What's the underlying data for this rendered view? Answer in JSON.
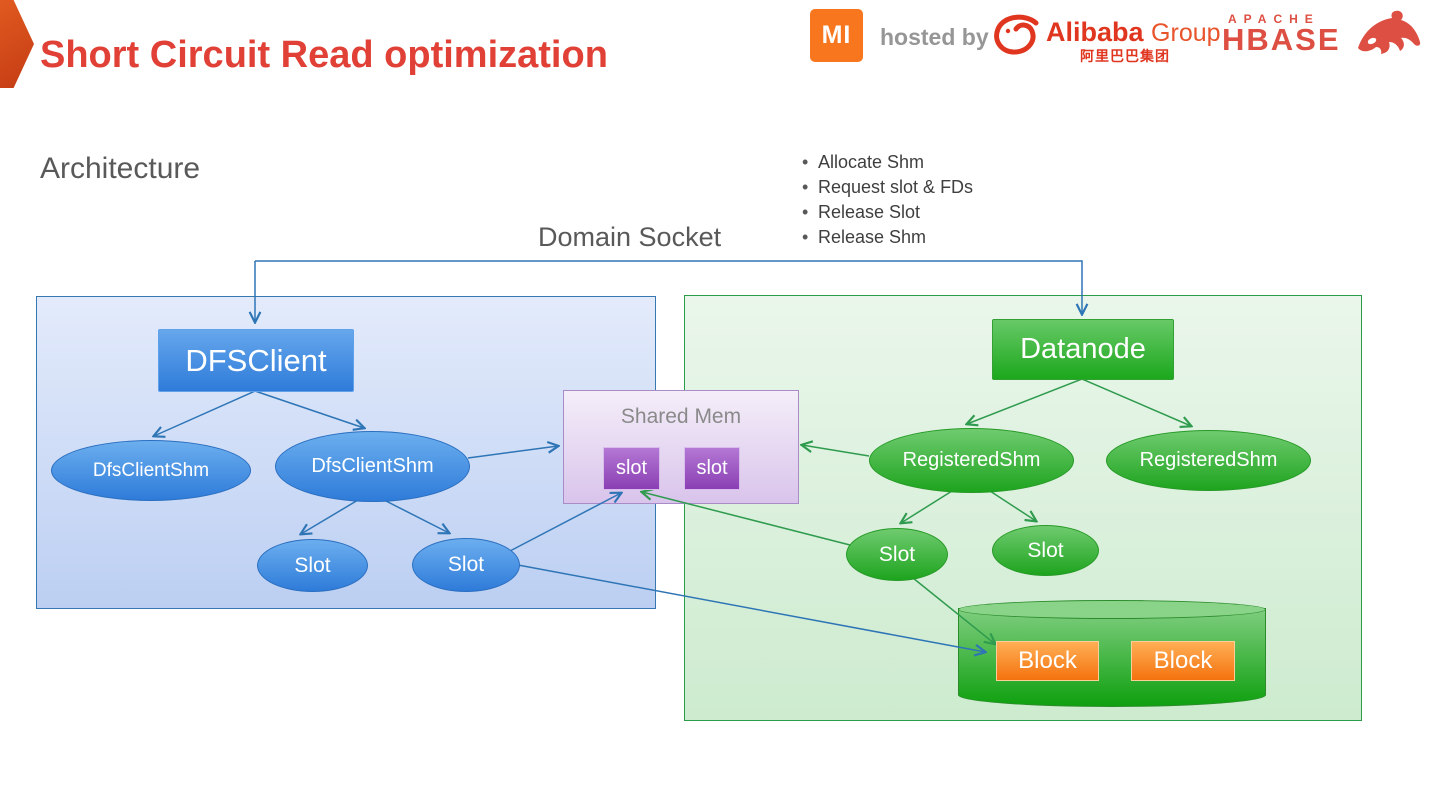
{
  "slide": {
    "title": "Short Circuit Read optimization",
    "section_title": "Architecture",
    "domain_socket_label": "Domain Socket",
    "bullets": [
      "Allocate Shm",
      "Request slot & FDs",
      "Release Slot",
      "Release Shm"
    ]
  },
  "header": {
    "mi_logo_text": "MI",
    "hosted_by": "hosted by",
    "alibaba": {
      "name": "Alibaba",
      "suffix": "Group",
      "chinese": "阿里巴巴集团"
    },
    "hbase": {
      "line1": "APACHE",
      "line2": "HBASE"
    }
  },
  "diagram": {
    "client": {
      "title": "DFSClient",
      "shm": [
        "DfsClientShm",
        "DfsClientShm"
      ],
      "slots": [
        "Slot",
        "Slot"
      ]
    },
    "shared_mem": {
      "title": "Shared Mem",
      "slots": [
        "slot",
        "slot"
      ]
    },
    "datanode": {
      "title": "Datanode",
      "shm": [
        "RegisteredShm",
        "RegisteredShm"
      ],
      "slots": [
        "Slot",
        "Slot"
      ],
      "blocks": [
        "Block",
        "Block"
      ]
    }
  },
  "colors": {
    "title_red": "#E04036",
    "accent_orange": "#D64A1E",
    "mi_orange": "#F8771E",
    "alibaba_red": "#E0361F",
    "hbase_red": "#DE4F43",
    "client_blue": "#2E7BD9",
    "datanode_green": "#1CA81C",
    "shared_mem_purple": "#8A3FB4",
    "block_orange": "#F4720E",
    "blue_connector": "#2E75B6",
    "green_connector": "#2F9B4E",
    "text_gray": "#595959"
  }
}
